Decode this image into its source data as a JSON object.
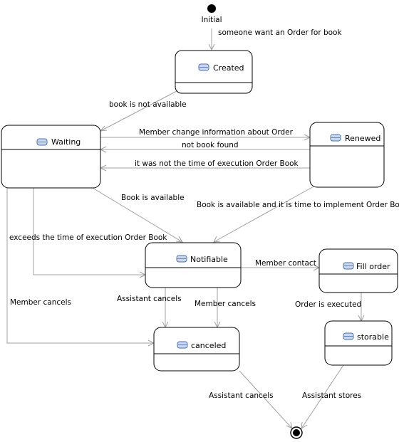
{
  "initial": {
    "label": "Initial"
  },
  "states": {
    "created": "Created",
    "waiting": "Waiting",
    "renewed": "Renewed",
    "notifiable": "Notifiable",
    "fill_order": "Fill order",
    "canceled": "canceled",
    "storable": "storable"
  },
  "transitions": {
    "initial_to_created": "someone want an Order for book",
    "created_to_waiting": "book is not available",
    "waiting_to_renewed": "Member change information about Order",
    "renewed_to_waiting_1": "not book found",
    "renewed_to_waiting_2": "it was not the time of execution Order Book",
    "waiting_to_notifiable_1": "Book is available",
    "renewed_to_notifiable": "Book is available and it is time to implement Order Book",
    "waiting_to_notifiable_2": "exceeds the time of execution Order Book",
    "notifiable_to_fill_order": "Member contact",
    "waiting_to_canceled": "Member cancels",
    "notifiable_to_canceled_1": "Assistant cancels",
    "notifiable_to_canceled_2": "Member cancels",
    "fill_order_to_storable": "Order is executed",
    "canceled_to_final": "Assistant cancels",
    "storable_to_final": "Assistant stores"
  }
}
